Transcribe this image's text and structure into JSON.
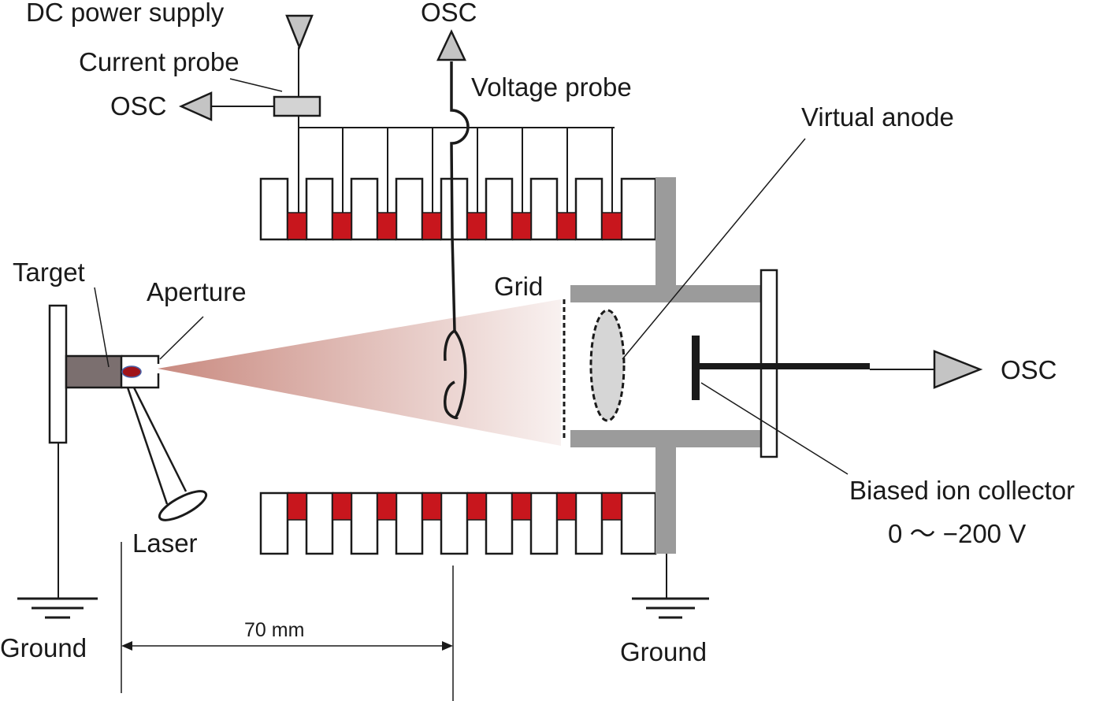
{
  "labels": {
    "dc_power_supply": "DC power supply",
    "current_probe": "Current probe",
    "osc_current": "OSC",
    "osc_voltage": "OSC",
    "voltage_probe": "Voltage probe",
    "virtual_anode": "Virtual anode",
    "target": "Target",
    "aperture": "Aperture",
    "grid": "Grid",
    "osc_collector": "OSC",
    "biased_ion_collector": "Biased ion collector",
    "bias_range": "0 〜 −200 V",
    "laser": "Laser",
    "ground_left": "Ground",
    "ground_right": "Ground",
    "distance": "70 mm"
  },
  "colors": {
    "line": "#1a1a1a",
    "magnet_red": "#c8161d",
    "support_gray": "#9b9b9b",
    "target_fill": "#7b6f6f",
    "plume": "#c98a80",
    "triangle_fill": "#c4c4c4",
    "virtual_anode_fill": "#d6d6d6"
  }
}
